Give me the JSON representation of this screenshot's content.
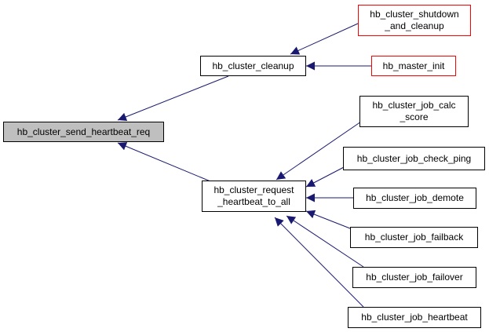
{
  "graph": {
    "edge_color": "#191970",
    "nodes": {
      "root": {
        "line1": "hb_cluster_send_heartbeat_req"
      },
      "cleanup": {
        "line1": "hb_cluster_cleanup"
      },
      "shutdown": {
        "line1": "hb_cluster_shutdown",
        "line2": "_and_cleanup",
        "border_color": "#ff0000"
      },
      "master_init": {
        "line1": "hb_master_init",
        "border_color": "#ff0000"
      },
      "request_all": {
        "line1": "hb_cluster_request",
        "line2": "_heartbeat_to_all"
      },
      "calc_score": {
        "line1": "hb_cluster_job_calc",
        "line2": "_score"
      },
      "check_ping": {
        "line1": "hb_cluster_job_check_ping"
      },
      "demote": {
        "line1": "hb_cluster_job_demote"
      },
      "failback": {
        "line1": "hb_cluster_job_failback"
      },
      "failover": {
        "line1": "hb_cluster_job_failover"
      },
      "heartbeat": {
        "line1": "hb_cluster_job_heartbeat"
      }
    },
    "edges": [
      {
        "from": "cleanup",
        "to": "root"
      },
      {
        "from": "request_all",
        "to": "root"
      },
      {
        "from": "shutdown",
        "to": "cleanup"
      },
      {
        "from": "master_init",
        "to": "cleanup"
      },
      {
        "from": "calc_score",
        "to": "request_all"
      },
      {
        "from": "check_ping",
        "to": "request_all"
      },
      {
        "from": "demote",
        "to": "request_all"
      },
      {
        "from": "failback",
        "to": "request_all"
      },
      {
        "from": "failover",
        "to": "request_all"
      },
      {
        "from": "heartbeat",
        "to": "request_all"
      }
    ]
  }
}
